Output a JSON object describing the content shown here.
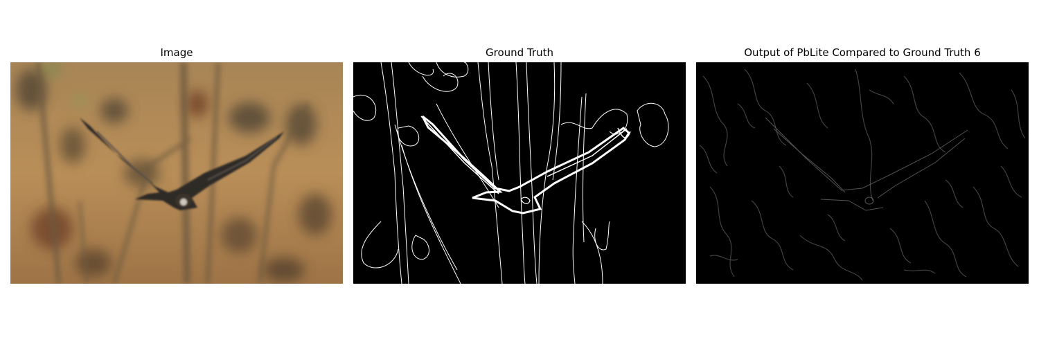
{
  "panels": [
    {
      "title": "Image"
    },
    {
      "title": "Ground Truth"
    },
    {
      "title": "Output of PbLite Compared to Ground Truth 6"
    }
  ],
  "colors": {
    "background": "#ffffff",
    "photo_base": "#b48a56",
    "edge_background": "#000000",
    "edge_strong": "#ffffff",
    "edge_faint": "#5a5a5a"
  }
}
